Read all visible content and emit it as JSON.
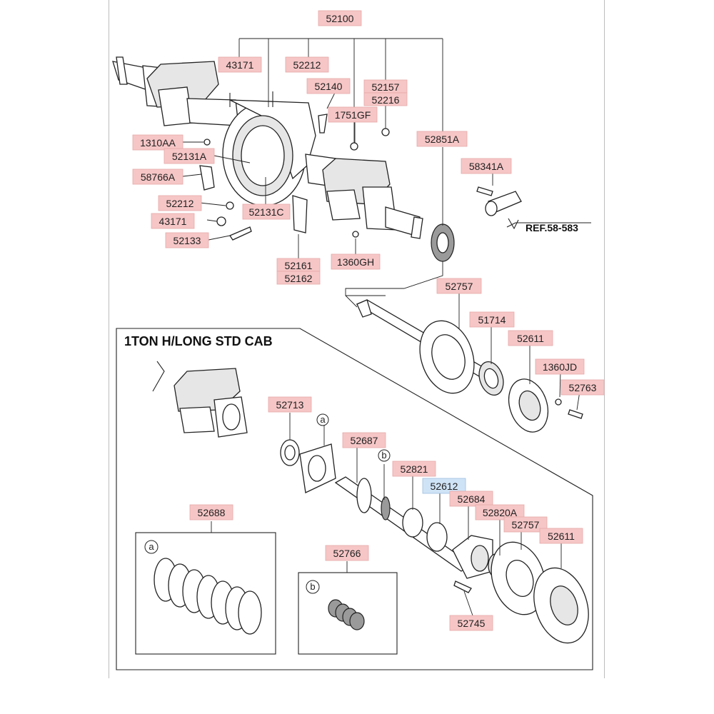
{
  "diagram": {
    "section_title": "1TON H/LONG STD CAB",
    "reference": "REF.58-583",
    "callouts": {
      "a": "a",
      "b": "b"
    },
    "labels": {
      "p52100": "52100",
      "p43171_top": "43171",
      "p52212_top": "52212",
      "p52140": "52140",
      "p52157": "52157",
      "p52216": "52216",
      "p1751GF": "1751GF",
      "p52851A": "52851A",
      "p1310AA": "1310AA",
      "p52131A": "52131A",
      "p58766A": "58766A",
      "p52212_left": "52212",
      "p43171_left": "43171",
      "p52131C": "52131C",
      "p52133": "52133",
      "p52161": "52161",
      "p52162": "52162",
      "p1360GH": "1360GH",
      "p58341A": "58341A",
      "p52757_a": "52757",
      "p51714": "51714",
      "p52611_a": "52611",
      "p1360JD": "1360JD",
      "p52763": "52763",
      "p52713": "52713",
      "p52687": "52687",
      "p52821": "52821",
      "p52612": "52612",
      "p52684": "52684",
      "p52820A": "52820A",
      "p52757_b": "52757",
      "p52611_b": "52611",
      "p52688": "52688",
      "p52766": "52766",
      "p52745": "52745"
    }
  }
}
